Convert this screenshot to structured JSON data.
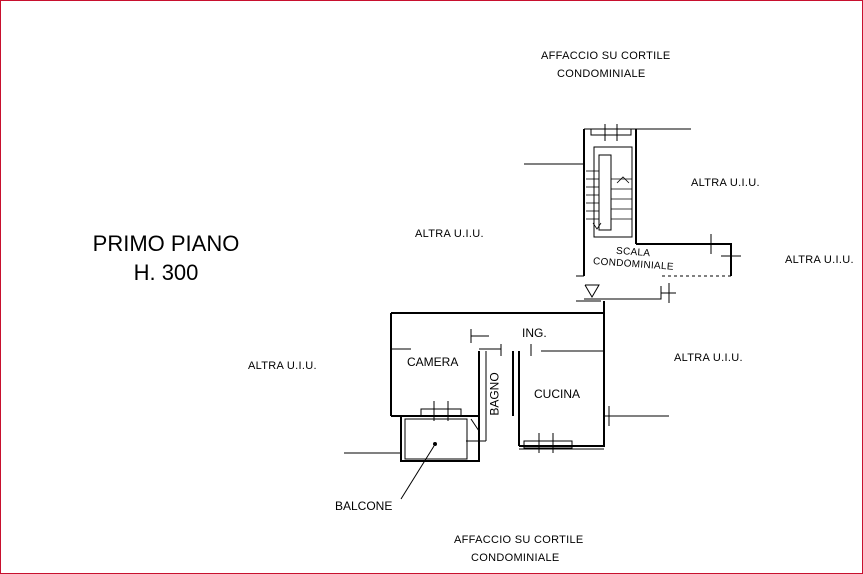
{
  "title": {
    "line1": "PRIMO PIANO",
    "line2": "H. 300"
  },
  "top_label": {
    "line1": "AFFACCIO SU CORTILE",
    "line2": "CONDOMINIALE"
  },
  "bottom_label": {
    "line1": "AFFACCIO SU CORTILE",
    "line2": "CONDOMINIALE"
  },
  "neighbors": {
    "top_right": "ALTRA U.I.U.",
    "far_right": "ALTRA U.I.U.",
    "center": "ALTRA U.I.U.",
    "left": "ALTRA U.I.U.",
    "right_mid": "ALTRA U.I.U."
  },
  "stair": {
    "line1": "SCALA",
    "line2": "CONDOMINIALE"
  },
  "rooms": {
    "ingresso": "ING.",
    "camera": "CAMERA",
    "bagno": "BAGNO",
    "cucina": "CUCINA",
    "balcone": "BALCONE"
  },
  "colors": {
    "border": "#c8102e",
    "lines": "#000000"
  }
}
